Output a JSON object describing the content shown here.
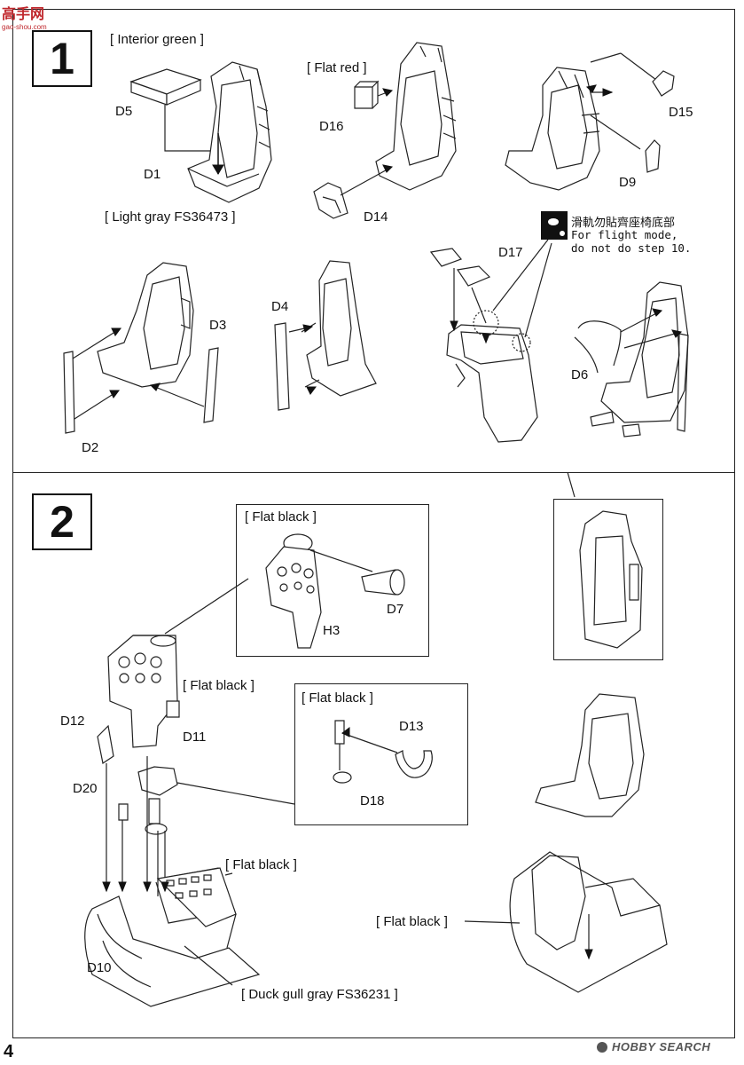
{
  "page_number": "4",
  "logo": {
    "top": "高手网",
    "sub": "gao-shou.com"
  },
  "watermark": "HOBBY SEARCH",
  "step1": {
    "number": "1",
    "labels": {
      "interior_green": "[ Interior green ]",
      "light_gray": "[ Light gray FS36473 ]",
      "flat_red": "[ Flat red ]"
    },
    "parts": {
      "d5": "D5",
      "d1": "D1",
      "d16": "D16",
      "d14": "D14",
      "d15": "D15",
      "d9": "D9",
      "d3": "D3",
      "d2": "D2",
      "d4": "D4",
      "d17": "D17",
      "d6": "D6"
    },
    "note": {
      "chinese": "滑軌勿貼齊座椅底部",
      "line1": "For flight mode,",
      "line2": "do not do step 10."
    }
  },
  "step2": {
    "number": "2",
    "labels": {
      "flat_black_inset1": "[ Flat black ]",
      "flat_black_d11": "[ Flat black ]",
      "flat_black_inset2": "[ Flat black ]",
      "flat_black_console": "[ Flat black ]",
      "flat_black_right": "[ Flat black ]",
      "duck_gull": "[ Duck gull gray FS36231 ]"
    },
    "parts": {
      "d7": "D7",
      "h3": "H3",
      "d12": "D12",
      "d11": "D11",
      "d13": "D13",
      "d20": "D20",
      "d18": "D18",
      "d10": "D10"
    }
  }
}
